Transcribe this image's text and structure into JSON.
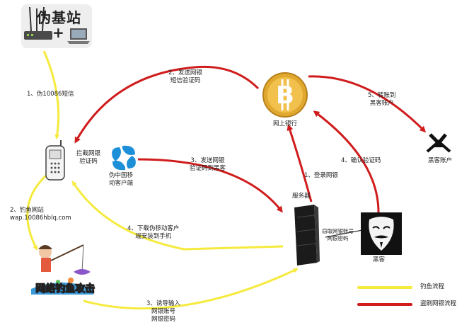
{
  "colors": {
    "phishing": "#f5ea3d",
    "theft": "#d01c1c"
  },
  "badge": {
    "title": "伪基站",
    "plus": "+"
  },
  "steps": {
    "s1": "1、伪10086短信",
    "s2_line1": "2、发送网银",
    "s2_line2": "短信验证码",
    "s2b_line1": "2、钓鱼网站",
    "s2b_line2": "wap.10086hblq.com",
    "s3_line1": "3、发送网银",
    "s3_line2": "验证码到黑客",
    "s3b_line1": "3、诱导输入",
    "s3b_line2": "网银账号",
    "s3b_line3": "网银密码",
    "s4_line1": "4、下载伪移动客户",
    "s4_line2": "端安装到手机",
    "login": "1、登录网银",
    "confirm": "4、确认验证码",
    "transfer_line1": "5、转账到",
    "transfer_line2": "黑客账户"
  },
  "nodes": {
    "intercept_line1": "拦截网银",
    "intercept_line2": "验证码",
    "fake_client_line1": "伪中国移",
    "fake_client_line2": "动客户端",
    "bank": "网上银行",
    "server": "服务器",
    "steal_line1": "窃取网银账号",
    "steal_line2": "网银密码",
    "hacker": "黑客",
    "hacker_account": "黑客账户",
    "phishing_attack": "网络钓鱼攻击"
  },
  "legend": {
    "phishing": "钓鱼流程",
    "theft": "盗刷网银流程"
  },
  "icons": {
    "base_station": "router-icon",
    "laptop": "laptop-icon",
    "phone": "phone-icon",
    "china_mobile": "china-mobile-logo",
    "bitcoin": "bitcoin-icon",
    "server": "server-icon",
    "hacker": "anonymous-mask-icon",
    "hacker_account": "bank-card-icon",
    "fishing": "fishing-cartoon-icon"
  }
}
